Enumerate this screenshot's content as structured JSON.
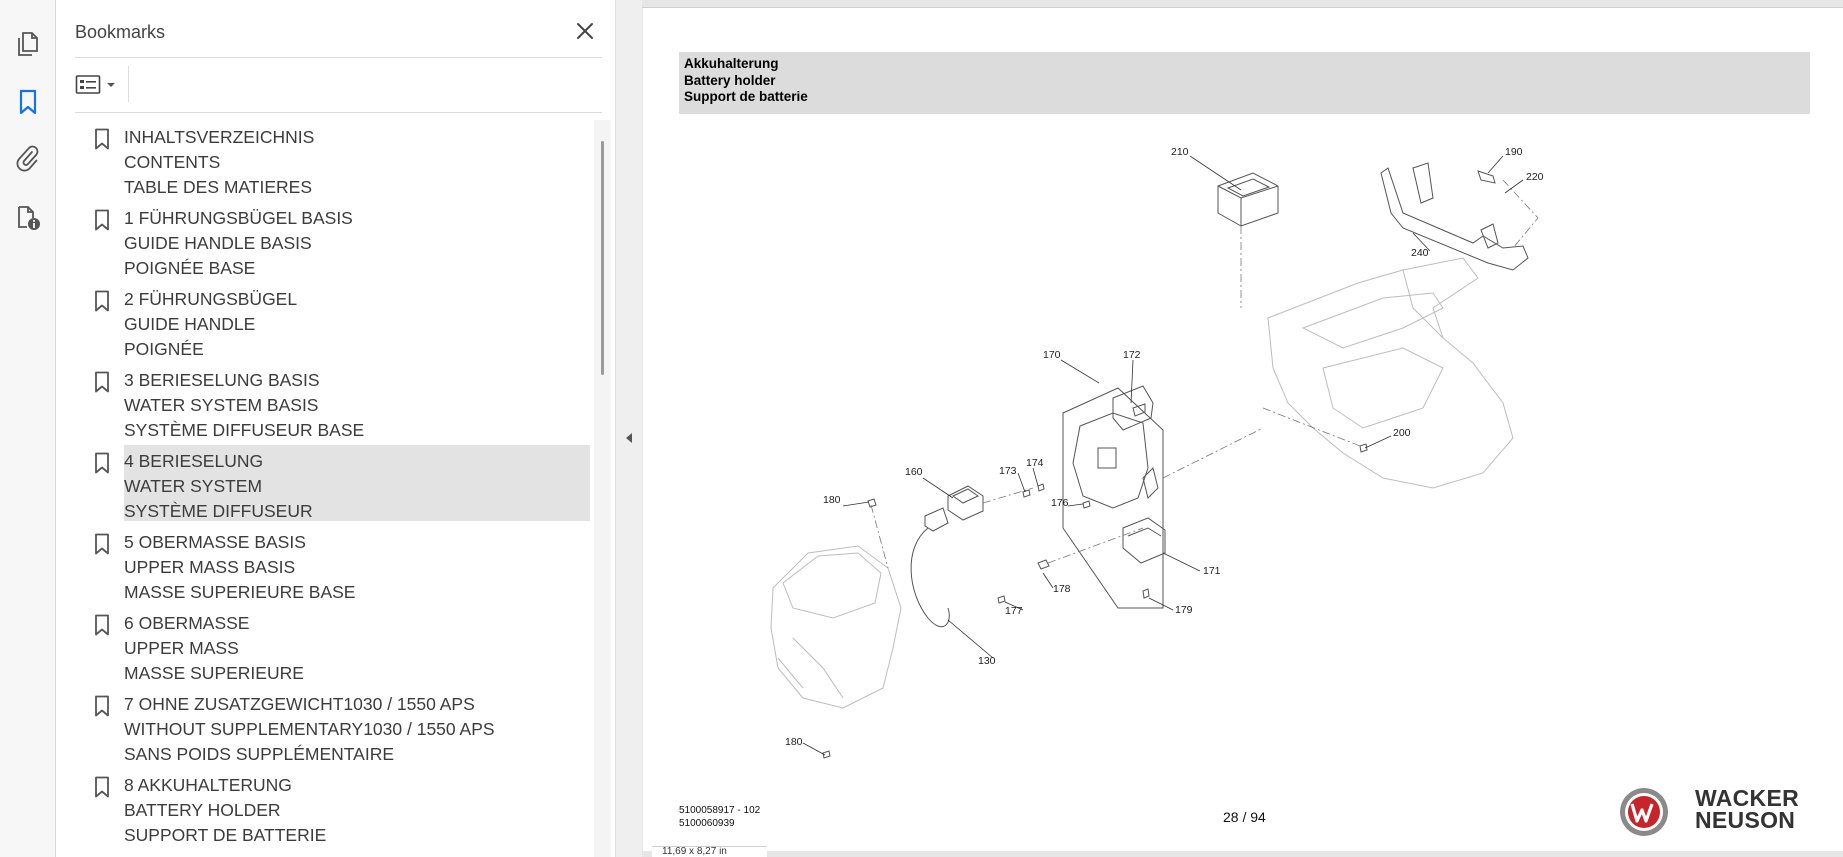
{
  "panel": {
    "title": "Bookmarks",
    "items": [
      {
        "lines": [
          "INHALTSVERZEICHNIS",
          "CONTENTS",
          "TABLE DES MATIERES"
        ]
      },
      {
        "lines": [
          "1 FÜHRUNGSBÜGEL BASIS",
          "GUIDE HANDLE BASIS",
          "POIGNÉE BASE"
        ]
      },
      {
        "lines": [
          "2 FÜHRUNGSBÜGEL",
          "GUIDE HANDLE",
          "POIGNÉE"
        ]
      },
      {
        "lines": [
          "3 BERIESELUNG BASIS",
          "WATER SYSTEM BASIS",
          "SYSTÈME DIFFUSEUR BASE"
        ]
      },
      {
        "lines": [
          "4 BERIESELUNG",
          "WATER SYSTEM",
          "SYSTÈME DIFFUSEUR"
        ],
        "selected": true
      },
      {
        "lines": [
          "5 OBERMASSE BASIS",
          "UPPER MASS BASIS",
          "MASSE SUPERIEURE BASE"
        ]
      },
      {
        "lines": [
          "6 OBERMASSE",
          "UPPER MASS",
          "MASSE SUPERIEURE"
        ]
      },
      {
        "lines": [
          "7 OHNE ZUSATZGEWICHT1030 / 1550 APS",
          "WITHOUT SUPPLEMENTARY1030 / 1550 APS",
          "SANS POIDS SUPPLÉMENTAIRE"
        ]
      },
      {
        "lines": [
          "8 AKKUHALTERUNG",
          "BATTERY HOLDER",
          "SUPPORT DE BATTERIE"
        ]
      }
    ]
  },
  "document": {
    "header": [
      "Akkuhalterung",
      "Battery holder",
      "Support de batterie"
    ],
    "part_labels": [
      "210",
      "190",
      "220",
      "240",
      "170",
      "172",
      "200",
      "160",
      "174",
      "173",
      "180",
      "176",
      "171",
      "178",
      "177",
      "179",
      "130",
      "180"
    ],
    "doc_number_1": "5100058917 - 102",
    "doc_number_2": "5100060939",
    "page_counter": "28 / 94",
    "logo_line_1": "WACKER",
    "logo_line_2": "NEUSON",
    "status_text": "11,69 x 8,27 in"
  },
  "colors": {
    "accent": "#1473e6",
    "logo_red": "#c8242b",
    "selected_bg": "#e3e3e3",
    "header_bg": "#dcdcdc"
  },
  "icons": {
    "rail": [
      "page-thumbnails-icon",
      "bookmark-icon",
      "attachment-icon",
      "file-info-icon"
    ],
    "panel": [
      "close-icon",
      "options-icon",
      "chevron-down-icon"
    ],
    "bookmark_item": "bookmark-icon",
    "splitter": "chevron-left-icon"
  }
}
